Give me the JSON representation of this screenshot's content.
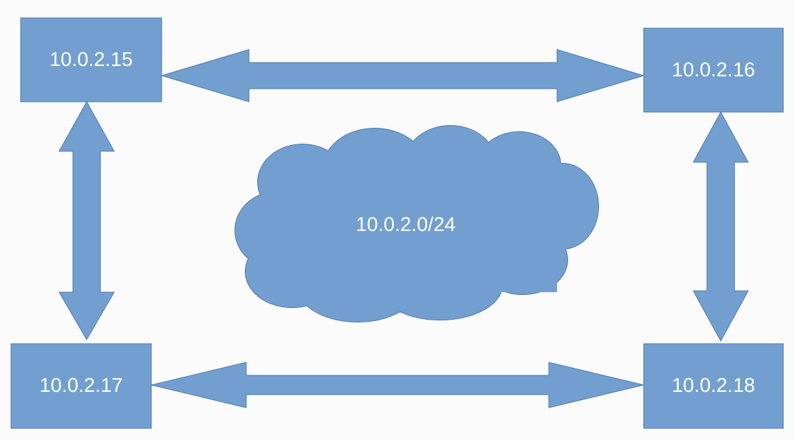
{
  "colors": {
    "fill": "#729fcf",
    "stroke": "#4a7ab0",
    "text": "#ffffff",
    "background": "#fbfbfb"
  },
  "network": {
    "subnet": "10.0.2.0/24"
  },
  "hosts": [
    {
      "address": "10.0.2.15"
    },
    {
      "address": "10.0.2.16"
    },
    {
      "address": "10.0.2.17"
    },
    {
      "address": "10.0.2.18"
    }
  ],
  "links": [
    {
      "from": "10.0.2.15",
      "to": "10.0.2.16",
      "direction": "bidirectional"
    },
    {
      "from": "10.0.2.15",
      "to": "10.0.2.17",
      "direction": "bidirectional"
    },
    {
      "from": "10.0.2.16",
      "to": "10.0.2.18",
      "direction": "bidirectional"
    },
    {
      "from": "10.0.2.17",
      "to": "10.0.2.18",
      "direction": "bidirectional"
    }
  ]
}
